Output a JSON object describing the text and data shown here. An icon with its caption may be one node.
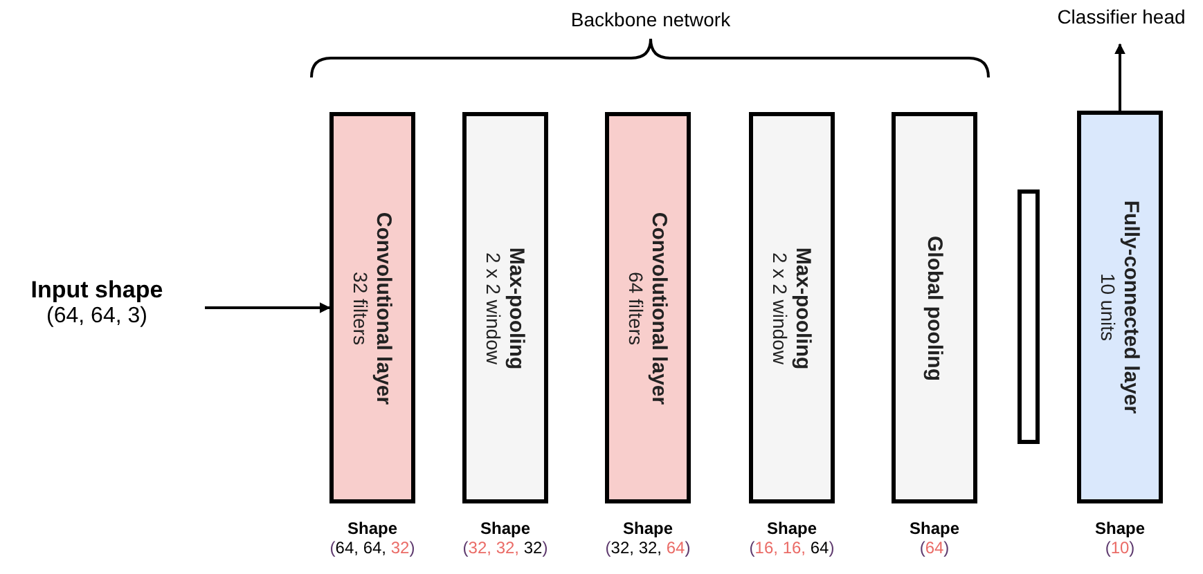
{
  "diagram": {
    "nodes": [
      {
        "text": [
          "Input shape",
          "(64, 64, 3)"
        ]
      },
      {
        "text": [
          "Convolutional layer",
          "32 filters"
        ],
        "beside": [
          "Shape",
          "(64, 64, 32)"
        ]
      },
      {
        "text": [
          "Max-pooling",
          "2 x 2 window"
        ],
        "beside": [
          "Shape",
          "(32, 32, 32)"
        ]
      },
      {
        "text": [
          "Convolutional layer",
          "64 filters"
        ],
        "beside": [
          "Shape",
          "(32, 32, 64)"
        ]
      },
      {
        "text": [
          "Max-pooling",
          "2 x 2 window"
        ],
        "beside": [
          "Shape",
          "(16, 16, 64)"
        ]
      },
      {
        "text": [
          "Global pooling"
        ],
        "beside": [
          "Shape",
          "(64)"
        ]
      },
      {
        "text": [],
        "shape": "box"
      },
      {
        "text": [
          "Fully-connected layer",
          "10 units"
        ],
        "beside": [
          "Shape",
          "(10)"
        ]
      },
      {
        "text": [
          "Classifier head"
        ]
      }
    ],
    "edges": [
      {
        "from": 0,
        "to": 1,
        "arrow": "to"
      },
      {
        "from": 7,
        "to": 8,
        "arrow": "to"
      }
    ],
    "labels": [
      "Backbone network"
    ]
  }
}
